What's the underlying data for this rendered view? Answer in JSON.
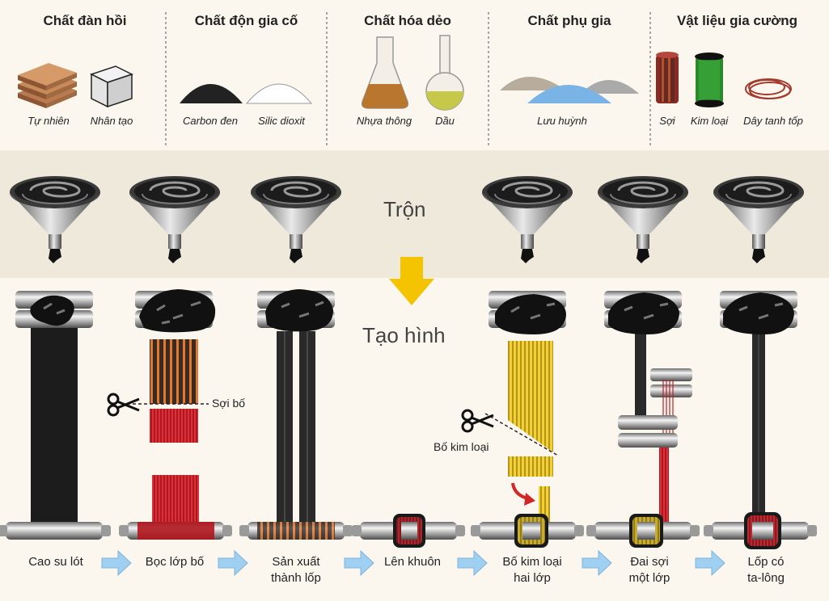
{
  "categories": [
    {
      "title": "Chất đàn hồi",
      "items": [
        "Tự nhiên",
        "Nhân tạo"
      ]
    },
    {
      "title": "Chất độn gia cố",
      "items": [
        "Carbon đen",
        "Silic dioxit"
      ]
    },
    {
      "title": "Chất hóa dẻo",
      "items": [
        "Nhựa thông",
        "Dầu"
      ]
    },
    {
      "title": "Chất phụ gia",
      "items": [
        "Lưu huỳnh"
      ]
    },
    {
      "title": "Vật liệu gia cường",
      "items": [
        "Sợi",
        "Kim loại",
        "Dây tanh tốp"
      ]
    }
  ],
  "stages": {
    "mix": "Trộn",
    "shape": "Tạo hình"
  },
  "annotations": {
    "fabric_cord": "Sợi bố",
    "steel_cord": "Bố kim loại"
  },
  "steps": [
    {
      "line1": "Cao su lót",
      "line2": ""
    },
    {
      "line1": "Bọc lớp bố",
      "line2": ""
    },
    {
      "line1": "Sản xuất",
      "line2": "thành lốp"
    },
    {
      "line1": "Lên khuôn",
      "line2": ""
    },
    {
      "line1": "Bố kim loại",
      "line2": "hai lớp"
    },
    {
      "line1": "Đai sợi",
      "line2": "một lớp"
    },
    {
      "line1": "Lốp có",
      "line2": "ta-lông"
    }
  ],
  "colors": {
    "background": "#fbf7ee",
    "mix_band": "#efe9db",
    "rubber": "#1a1a1a",
    "fabric_red": "#c21c24",
    "steel_yellow": "#e7c528",
    "arrow_yellow": "#f5c400",
    "arrow_blue": "#9fd0f2"
  }
}
